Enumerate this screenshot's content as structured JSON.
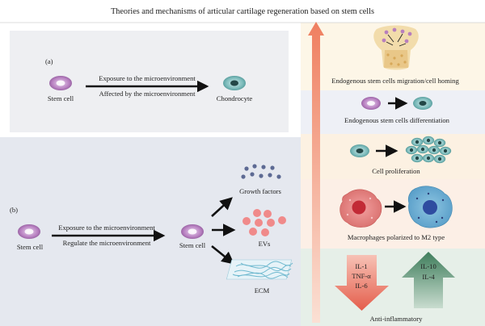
{
  "title": "Theories and mechanisms of articular cartilage regeneration based on stem cells",
  "panel_a": {
    "label": "(a)",
    "source": "Stem cell",
    "arrow_top": "Exposure to the microenvironment",
    "arrow_bottom": "Affected by the microenvironment",
    "target": "Chondrocyte"
  },
  "panel_b": {
    "label": "(b)",
    "source": "Stem cell",
    "arrow_top": "Exposure to the microenvironment",
    "arrow_bottom": "Regulate the microenvironment",
    "middle": "Stem cell",
    "outputs": [
      "Growth factors",
      "EVs",
      "ECM"
    ]
  },
  "mechanisms": [
    "Endogenous stem cells migration/cell homing",
    "Endogenous stem cells differentiation",
    "Cell proliferation",
    "Macrophages polarized to M2 type"
  ],
  "anti_inflammatory": {
    "label": "Anti-inflammatory",
    "down": [
      "IL-1",
      "TNF-α",
      "IL-6"
    ],
    "up": [
      "IL-10",
      "IL-4"
    ]
  },
  "colors": {
    "panel_a_bg": "#eeeff2",
    "panel_b_bg": "#e5e8ef",
    "homing_bg": "#fdf6e7",
    "diff_bg": "#eef0f6",
    "prolif_bg": "#fcf1e2",
    "macro_bg": "#fcefe6",
    "anti_bg": "#e6efe8",
    "stem_cell": "#b77fc0",
    "chondrocyte": "#66afaf",
    "big_arrow": "#ef8a6a",
    "down_arrow": "#e96a5a",
    "up_arrow": "#4c8a66"
  }
}
